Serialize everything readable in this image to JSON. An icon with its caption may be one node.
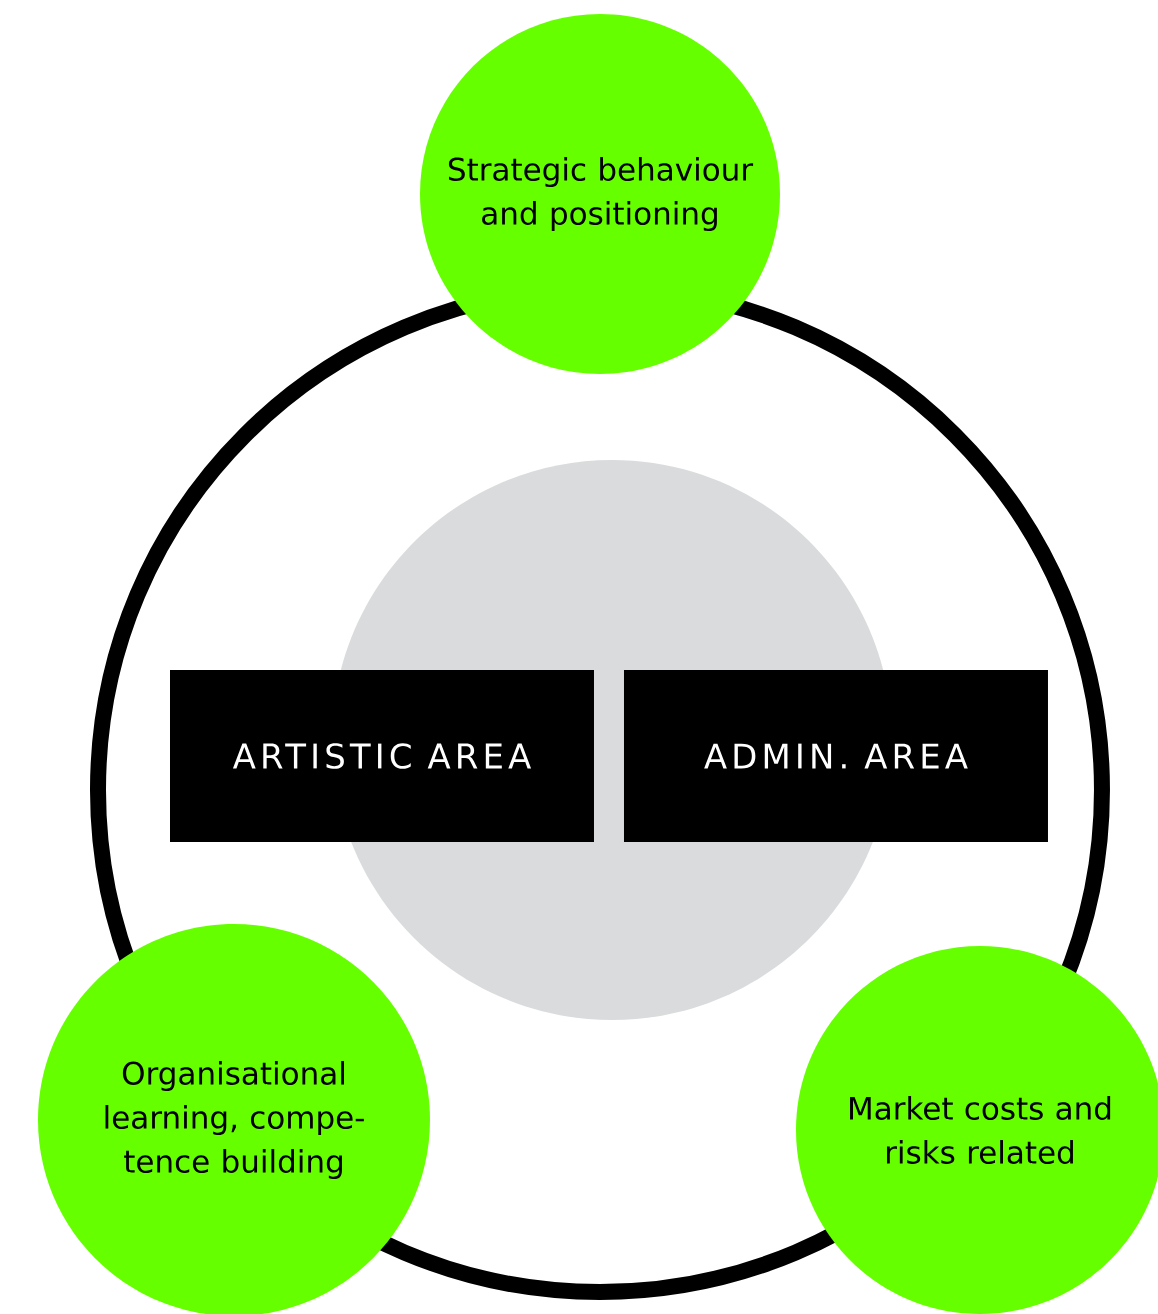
{
  "diagram": {
    "nodes": [
      {
        "text": [
          "Strategic behaviour and positioning"
        ]
      },
      {
        "text": [
          "ARTISTIC AREA"
        ]
      },
      {
        "text": [
          "ADMIN. AREA"
        ]
      },
      {
        "text": [
          "Organisational learning, compe-tence building"
        ]
      },
      {
        "text": [
          "Market costs and risks related"
        ]
      }
    ]
  }
}
